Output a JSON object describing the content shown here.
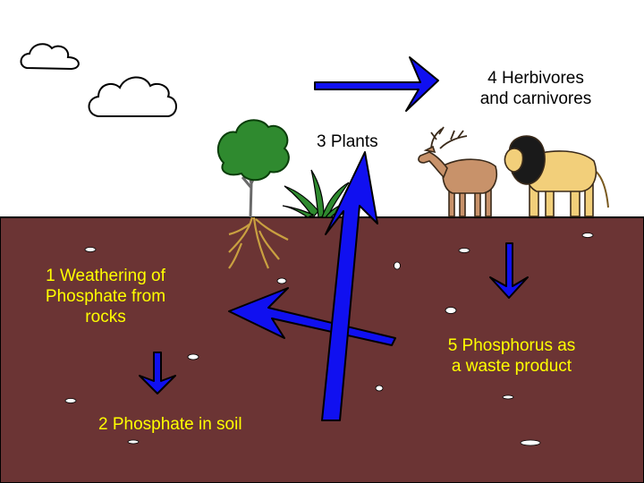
{
  "diagram": {
    "labels": {
      "weathering_line1": "1 Weathering of",
      "weathering_line2": "Phosphate from",
      "weathering_line3": "rocks",
      "phosphate_soil": "2 Phosphate in soil",
      "plants": "3 Plants",
      "animals_line1": "4 Herbivores",
      "animals_line2": "and carnivores",
      "waste_line1": "5 Phosphorus as",
      "waste_line2": "a waste product"
    },
    "colors": {
      "sky": "#ffffff",
      "soil": "#6b3434",
      "arrow": "#1010f0",
      "label_on_soil": "#ffff00",
      "label_on_sky": "#000000",
      "tree_foliage": "#2f8a2f",
      "deer": "#c8926a",
      "lion": "#f2cf7a",
      "lion_mane": "#1a1a1a"
    },
    "icons": [
      "cloud-icon",
      "tree-icon",
      "grass-icon",
      "deer-icon",
      "lion-icon",
      "rock-icon"
    ]
  }
}
